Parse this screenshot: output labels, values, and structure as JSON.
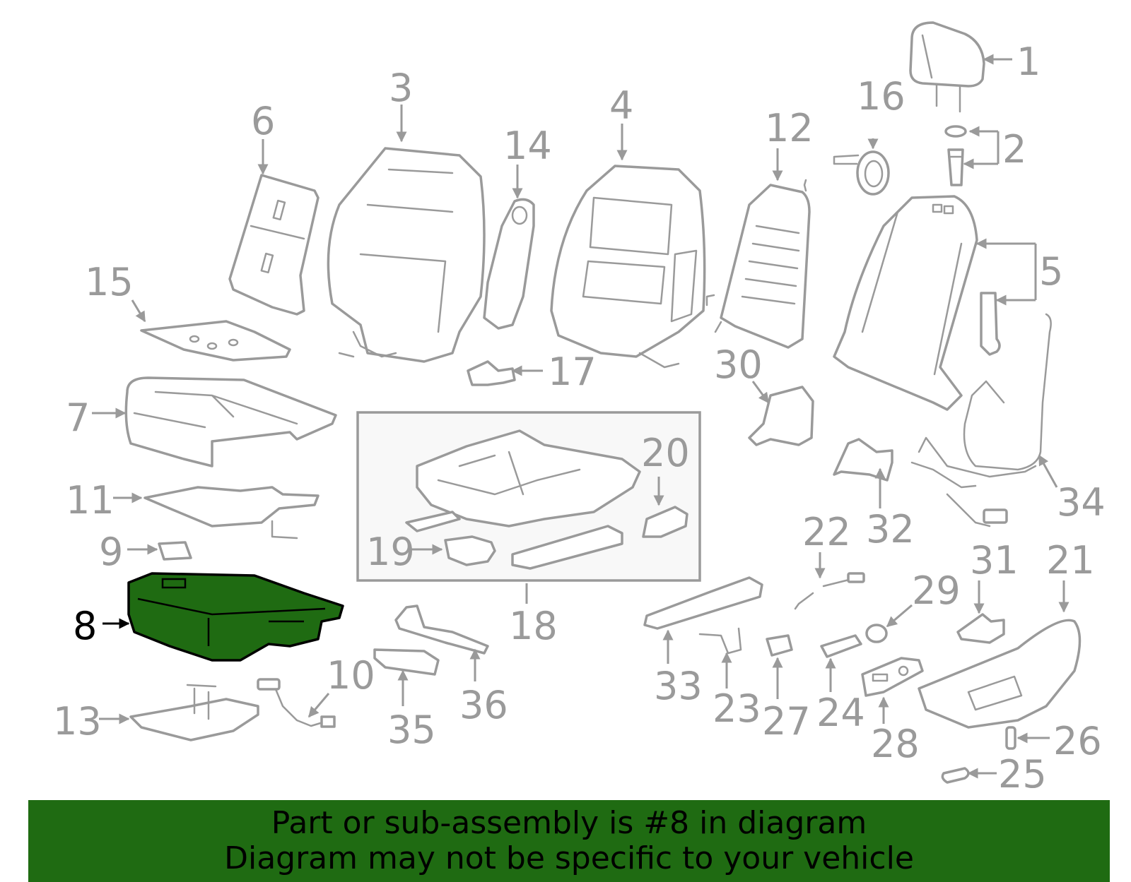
{
  "diagram": {
    "highlight_color": "#1f6b12",
    "highlighted_part": "8",
    "labels": [
      "1",
      "2",
      "3",
      "4",
      "5",
      "6",
      "7",
      "8",
      "9",
      "10",
      "11",
      "12",
      "13",
      "14",
      "15",
      "16",
      "17",
      "18",
      "19",
      "20",
      "21",
      "22",
      "23",
      "24",
      "25",
      "26",
      "27",
      "28",
      "29",
      "30",
      "31",
      "32",
      "33",
      "34",
      "35",
      "36"
    ]
  },
  "banner": {
    "line1": "Part or sub-assembly is #8 in diagram",
    "line2": "Diagram may not be specific to your vehicle"
  }
}
